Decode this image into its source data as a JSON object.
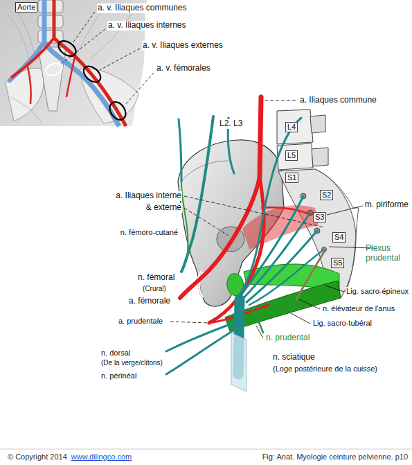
{
  "diagram": {
    "caption": "Fig: Anat. Myologie ceinture pelvienne. p10",
    "labels": [
      "Aorte",
      "a. v. Iliaques communes",
      "a. v. Iliaques internes",
      "a. v. Iliaques externes",
      "a. v. fémorales",
      "a. Iliaques commune",
      "L2. L3",
      "L4",
      "L5",
      "S1",
      "S2",
      "m. piriforme",
      "S3",
      "S4",
      "S5",
      "a. Iliaques interne",
      "& externe",
      "Plexus prudental",
      "n. fémoro-cutané",
      "Lig. sacro-épineux",
      "n. fémoral",
      "(Crural)",
      "n. élévateur de l'anus",
      "a. fémorale",
      "Lig. sacro-tubéral",
      "a. prudentale",
      "n. prudental",
      "n. dorsal",
      "(De la verge/clitoris)",
      "n. périnéal",
      "n. sciatique",
      "(Loge postérieure de la cuisse)",
      "© Copyright 2014",
      "www.dilingco.com"
    ]
  }
}
